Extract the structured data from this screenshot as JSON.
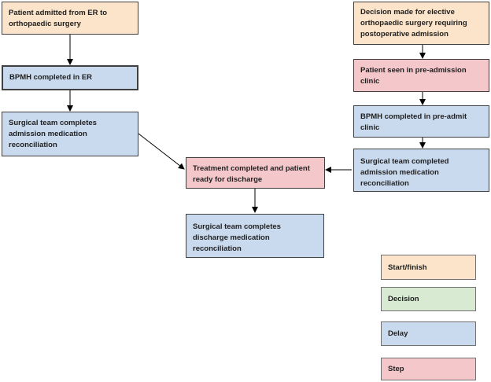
{
  "colors": {
    "start_finish": "#fbe4c9",
    "decision": "#d9ead3",
    "delay": "#c9d9ee",
    "step": "#f4c7cb",
    "arrow": "#000000"
  },
  "nodes": {
    "admitted_er": "Patient admitted from ER to orthopaedic surgery",
    "bpmh_er": "BPMH completed in ER",
    "surgical_admission_left": "Surgical team completes admission medication reconciliation",
    "treatment_completed": "Treatment completed and patient ready for discharge",
    "discharge_reconciliation": "Surgical team completes discharge medication reconciliation",
    "elective_decision": "Decision made for elective orthopaedic surgery requiring postoperative admission",
    "pre_admission_clinic": "Patient seen in pre-admission clinic",
    "bpmh_pre_admit": "BPMH completed in pre-admit clinic",
    "surgical_admission_right": "Surgical team completed admission medication reconciliation"
  },
  "legend": {
    "start_finish": "Start/finish",
    "decision": "Decision",
    "delay": "Delay",
    "step": "Step"
  }
}
